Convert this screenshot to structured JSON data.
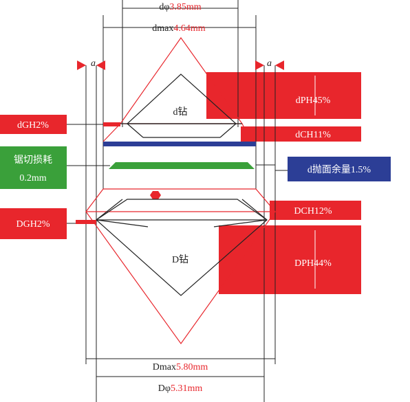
{
  "colors": {
    "red": "#e8262c",
    "green": "#3aa03a",
    "blue": "#2c3e96",
    "line": "#222222"
  },
  "top": {
    "d_phi_prefix": "dφ",
    "d_phi_value": "3.85mm",
    "dmax_prefix": "dmax",
    "dmax_value": "4.64mm"
  },
  "bottom": {
    "Dmax_prefix": "Dmax",
    "Dmax_value": "5.80mm",
    "D_phi_prefix": "Dφ",
    "D_phi_value": "5.31mm"
  },
  "a_label": "a",
  "small_diamond_label": "d钻",
  "large_diamond_label": "D钻",
  "boxes": {
    "dph": "dPH45%",
    "dch": "dCH11%",
    "dgh": "dGH2%",
    "saw_line1": "锯切损耗",
    "saw_line2": "0.2mm",
    "polish": "d抛面余量1.5%",
    "DGH": "DGH2%",
    "DCH": "DCH12%",
    "DPH": "DPH44%"
  }
}
